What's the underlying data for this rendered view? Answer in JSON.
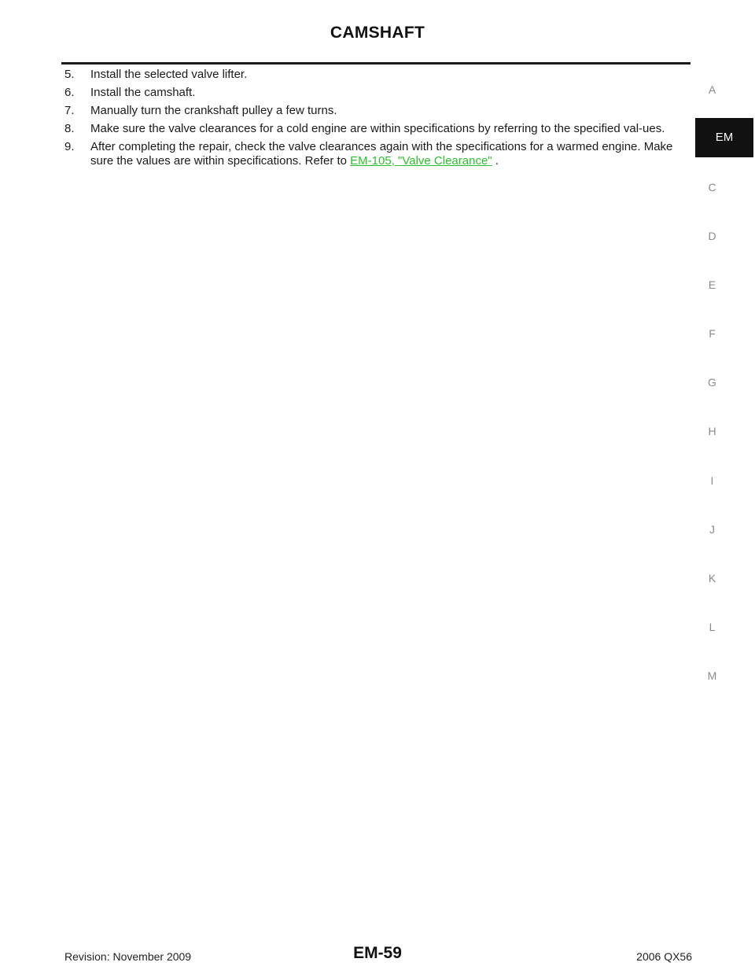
{
  "header": {
    "title": "CAMSHAFT"
  },
  "steps": [
    {
      "num": "5.",
      "text": "Install the selected valve lifter."
    },
    {
      "num": "6.",
      "text": "Install the camshaft."
    },
    {
      "num": "7.",
      "text": "Manually turn the crankshaft pulley a few turns."
    },
    {
      "num": "8.",
      "text": "Make sure the valve clearances for a cold engine are within specifications by referring to the specified val-ues."
    },
    {
      "num": "9.",
      "text": "After completing the repair, check the valve clearances again with the specifications for a warmed engine. Make sure the values are within specifications. Refer to ",
      "link": "EM-105, \"Valve Clearance\"",
      "suffix": " ."
    }
  ],
  "side_index": {
    "letters": [
      "A",
      "EM",
      "C",
      "D",
      "E",
      "F",
      "G",
      "H",
      "I",
      "J",
      "K",
      "L",
      "M"
    ],
    "active": "EM"
  },
  "footer": {
    "revision": "Revision: November 2009",
    "page": "EM-59",
    "model": "2006 QX56"
  },
  "colors": {
    "link": "#2bbf2b",
    "active_tab_bg": "#111111",
    "side_letter": "#8a8a8a"
  }
}
